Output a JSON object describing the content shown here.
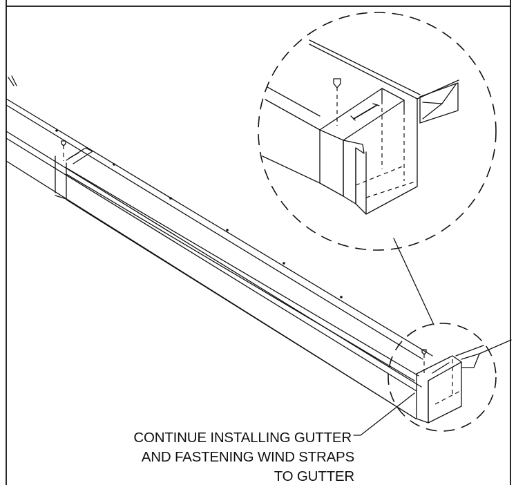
{
  "callout": {
    "lines": [
      "CONTINUE INSTALLING GUTTER",
      "AND FASTENING WIND STRAPS",
      "TO GUTTER"
    ]
  },
  "icons": {
    "screw": "screw-icon",
    "wind_strap": "wind-strap-icon"
  }
}
